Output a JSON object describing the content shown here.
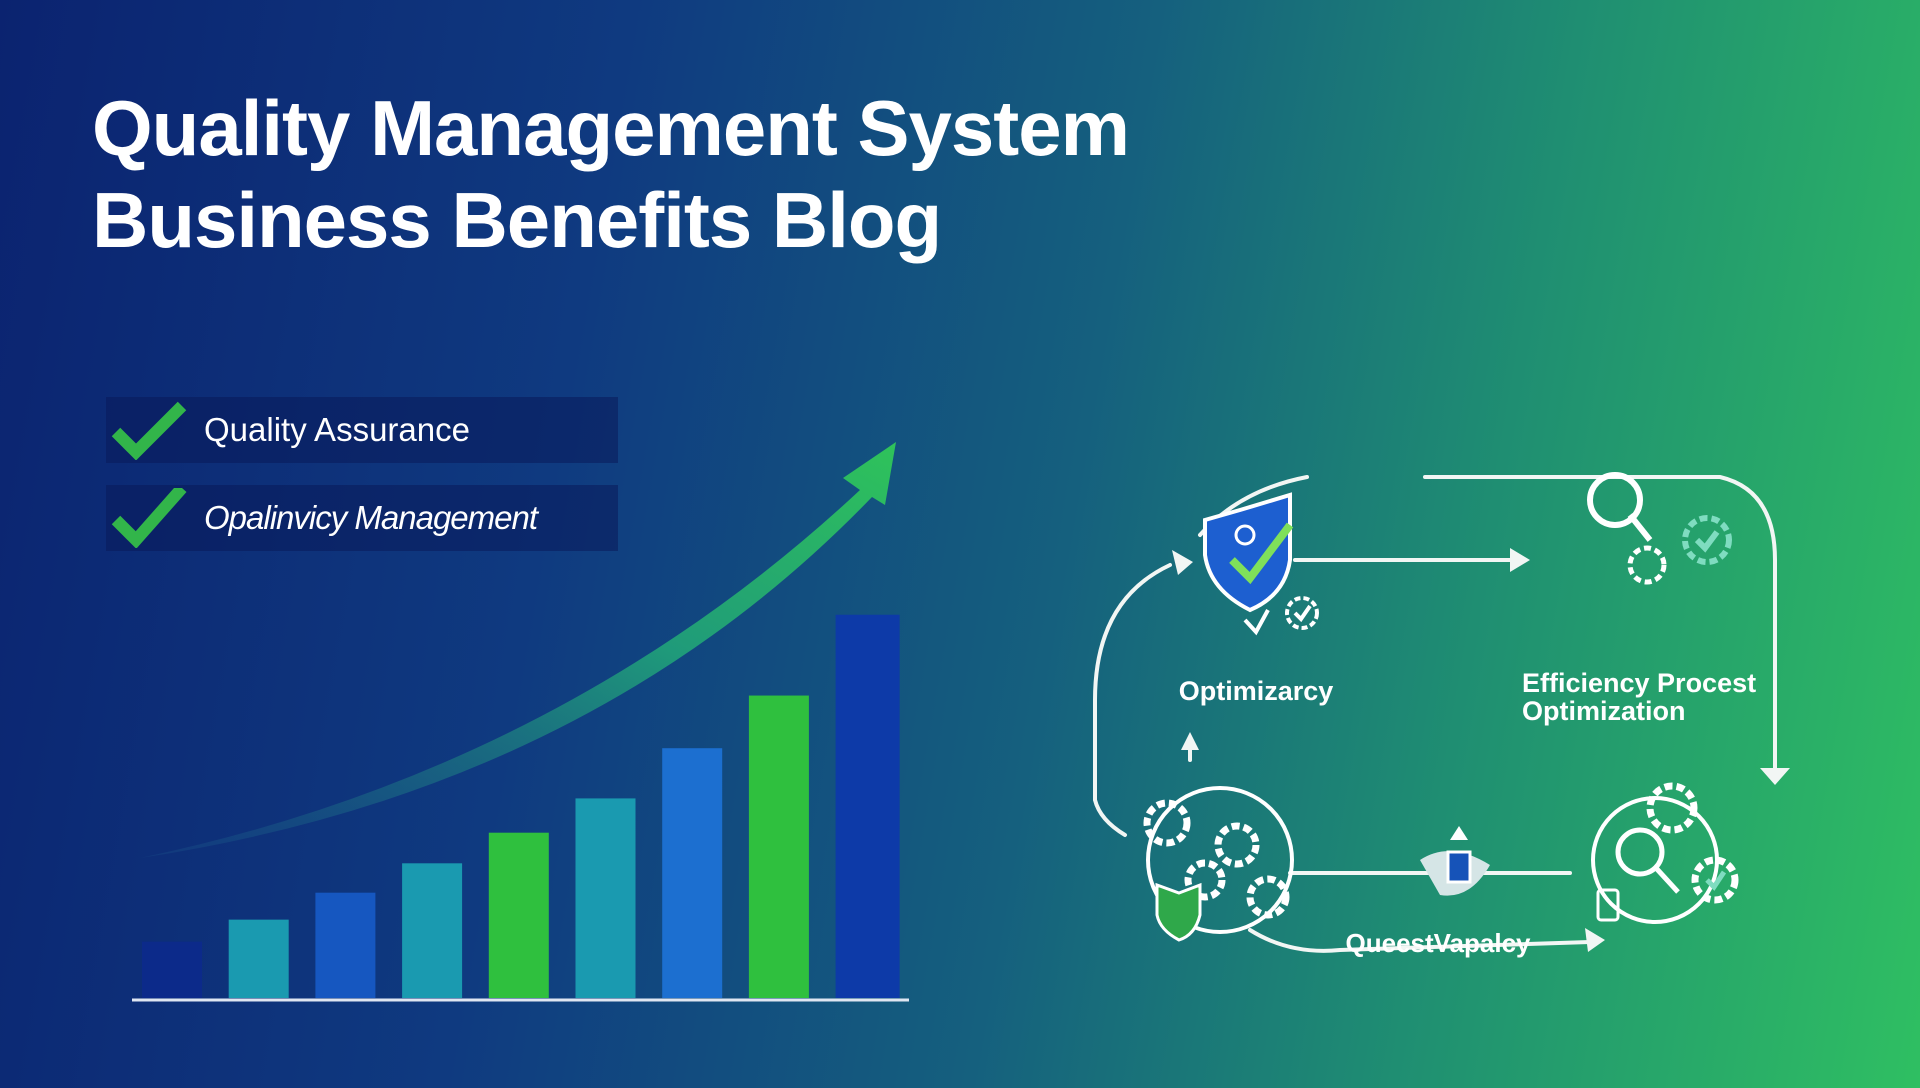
{
  "title": {
    "line1": "Quality Management System",
    "line2": "Business Benefits Blog"
  },
  "checklist": [
    {
      "label": "Quality Assurance",
      "icon": "check-icon"
    },
    {
      "label": "Opalinvicy Management",
      "icon": "check-icon"
    }
  ],
  "chart": {
    "type": "bar",
    "trend": "rising",
    "values": [
      46,
      64,
      86,
      110,
      135,
      163,
      204,
      247,
      313
    ],
    "colors": [
      "#0c2a8a",
      "#1a9ab0",
      "#1657c0",
      "#1a9ab0",
      "#2fc03e",
      "#1a9ab0",
      "#1c6fd0",
      "#2fc03e",
      "#0d3aa8"
    ]
  },
  "diagram": {
    "node_labels": {
      "top_left": "Optimizarcy",
      "top_right_line1": "Efficiency Procest",
      "top_right_line2": "Optimization",
      "bottom": "QueestVapalcy"
    }
  }
}
